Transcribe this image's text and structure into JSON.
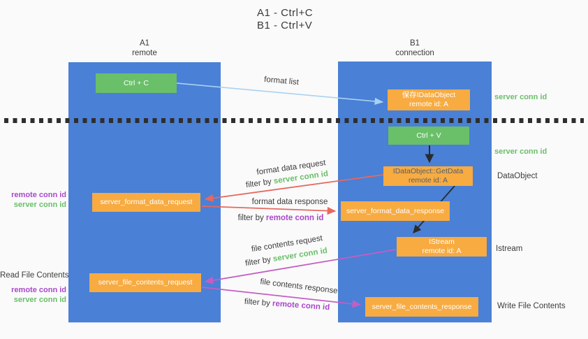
{
  "title": {
    "line1": "A1 - Ctrl+C",
    "line2": "B1 - Ctrl+V"
  },
  "columns": {
    "a1": {
      "header_line1": "A1",
      "header_line2": "remote"
    },
    "b1": {
      "header_line1": "B1",
      "header_line2": "connection"
    }
  },
  "nodes": {
    "ctrl_c": {
      "label": "Ctrl + C"
    },
    "save_idataobject": {
      "line1": "保存IDataObject",
      "line2": "remote id: A"
    },
    "ctrl_v": {
      "label": "Ctrl + V"
    },
    "getdata": {
      "line1": "IDataObject::GetData",
      "line2": "remote id: A"
    },
    "server_format_data_request": {
      "label": "server_format_data_request"
    },
    "server_format_data_response": {
      "label": "server_format_data_response"
    },
    "istream": {
      "line1": "IStream",
      "line2": "remote id: A"
    },
    "server_file_contents_request": {
      "label": "server_file_contents_request"
    },
    "server_file_contents_response": {
      "label": "server_file_contents_response"
    }
  },
  "arrow_labels": {
    "format_list": "format list",
    "format_data_request": "format data request",
    "format_data_response": "format data response",
    "file_contents_request": "file contents request",
    "file_contents_response": "file contents response",
    "filter_by": "filter by ",
    "server_conn_id": "server conn id",
    "remote_conn_id": "remote conn id"
  },
  "side_labels": {
    "left_remote_conn_id": "remote conn id",
    "left_server_conn_id": "server conn id",
    "read_file_contents": "Read File Contents",
    "read_remote_conn_id": "remote conn id",
    "read_server_conn_id": "server conn id",
    "right_server_conn_id_top": "server conn id",
    "right_server_conn_id_mid": "server conn id",
    "dataobject": "DataObject",
    "istream": "Istream",
    "write_file_contents": "Write File Contents"
  },
  "colors": {
    "column_blue": "#4a80d6",
    "box_green": "#6abf69",
    "box_orange": "#f7ab41",
    "arrow_red": "#e8685e",
    "arrow_magenta": "#c45ec4",
    "arrow_lightblue": "#a9d2f2",
    "arrow_black": "#2b2b2b",
    "text_green": "#6abf69",
    "text_purple": "#a948cb",
    "text_dark": "#3c3c3c"
  }
}
